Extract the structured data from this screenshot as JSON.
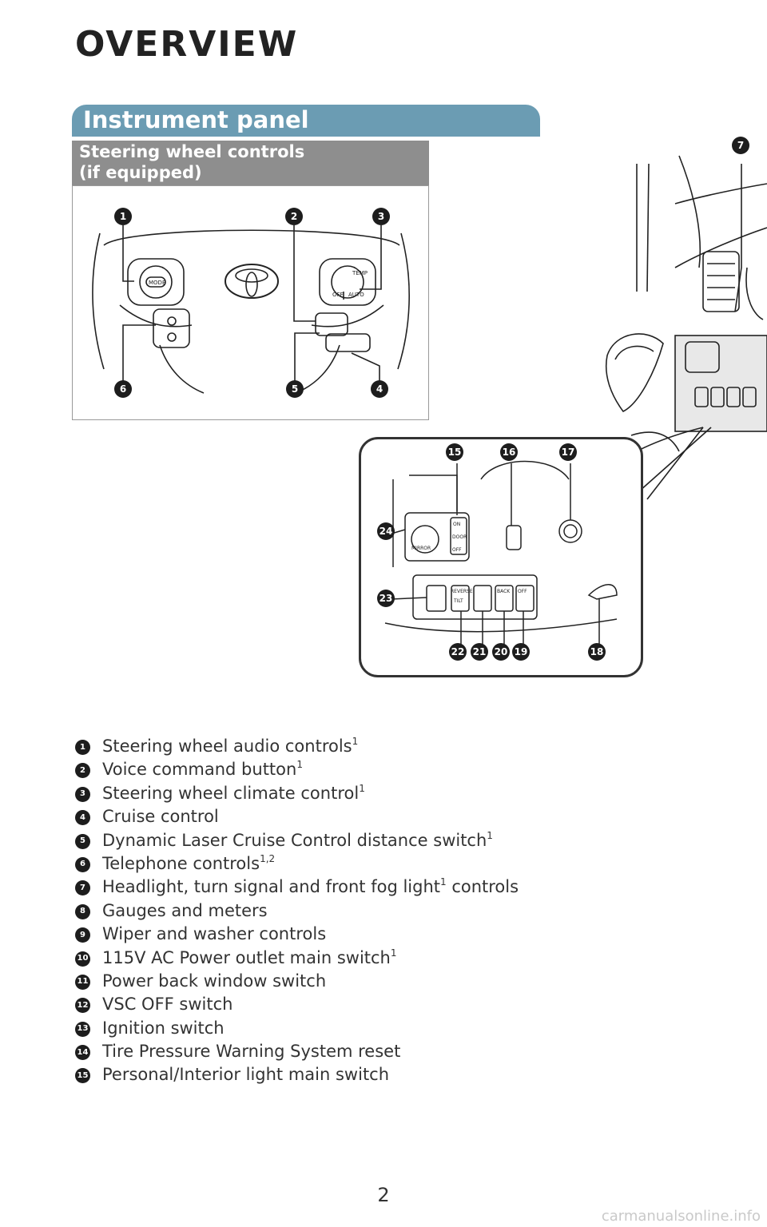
{
  "page": {
    "title": "OVERVIEW",
    "section": "Instrument panel",
    "subsection_line1": "Steering wheel controls",
    "subsection_line2": "(if equipped)",
    "page_number": "2",
    "watermark": "carmanualsonline.info"
  },
  "callouts": {
    "wheel": [
      "1",
      "2",
      "3",
      "4",
      "5",
      "6"
    ],
    "dash": [
      "7"
    ],
    "detail": [
      "15",
      "16",
      "17",
      "18",
      "19",
      "20",
      "21",
      "22",
      "23",
      "24"
    ]
  },
  "figure_labels": {
    "temp": "TEMP",
    "off": "OFF",
    "auto": "AUTO",
    "mode": "MODE",
    "mirror": "MIRROR",
    "on": "ON",
    "door": "DOOR",
    "reverse": "REVERSE",
    "tilt": "TILT",
    "back": "BACK",
    "fog": "OFF"
  },
  "legend": [
    {
      "num": "1",
      "text": "Steering wheel audio controls",
      "sup": "1",
      "after": ""
    },
    {
      "num": "2",
      "text": "Voice command button",
      "sup": "1",
      "after": ""
    },
    {
      "num": "3",
      "text": "Steering wheel climate control",
      "sup": "1",
      "after": ""
    },
    {
      "num": "4",
      "text": "Cruise control",
      "sup": "",
      "after": ""
    },
    {
      "num": "5",
      "text": "Dynamic Laser Cruise Control distance switch",
      "sup": "1",
      "after": ""
    },
    {
      "num": "6",
      "text": "Telephone controls",
      "sup": "1,2",
      "after": ""
    },
    {
      "num": "7",
      "text": "Headlight, turn signal and front fog light",
      "sup": "1",
      "after": " controls"
    },
    {
      "num": "8",
      "text": "Gauges and meters",
      "sup": "",
      "after": ""
    },
    {
      "num": "9",
      "text": "Wiper and washer controls",
      "sup": "",
      "after": ""
    },
    {
      "num": "10",
      "text": "115V AC Power outlet main switch",
      "sup": "1",
      "after": ""
    },
    {
      "num": "11",
      "text": "Power back window switch",
      "sup": "",
      "after": ""
    },
    {
      "num": "12",
      "text": "VSC OFF switch",
      "sup": "",
      "after": ""
    },
    {
      "num": "13",
      "text": "Ignition switch",
      "sup": "",
      "after": ""
    },
    {
      "num": "14",
      "text": "Tire Pressure Warning System reset",
      "sup": "",
      "after": ""
    },
    {
      "num": "15",
      "text": "Personal/Interior light main switch",
      "sup": "",
      "after": ""
    }
  ]
}
